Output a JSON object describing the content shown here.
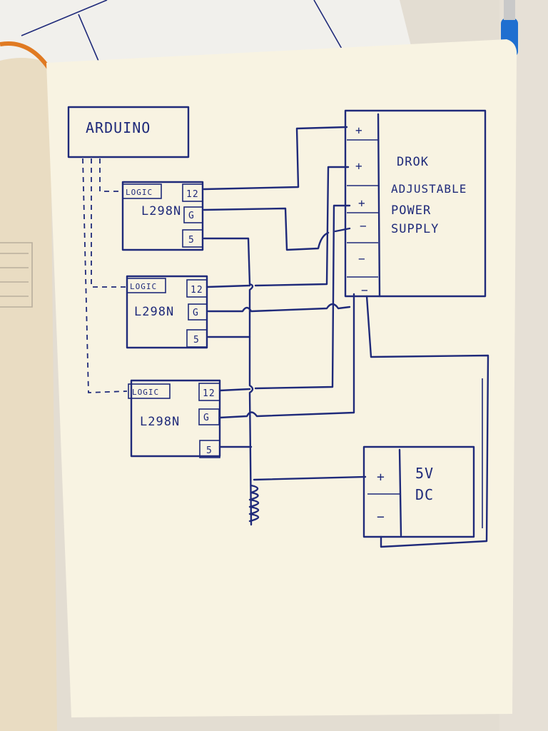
{
  "diagram": {
    "arduino": "ARDUINO",
    "drivers": [
      {
        "logic": "LOGIC",
        "name": "L298N",
        "pin12": "12",
        "pinG": "G",
        "pin5": "5"
      },
      {
        "logic": "LOGIC",
        "name": "L298N",
        "pin12": "12",
        "pinG": "G",
        "pin5": "5"
      },
      {
        "logic": "LOGIC",
        "name": "L298N",
        "pin12": "12",
        "pinG": "G",
        "pin5": "5"
      }
    ],
    "psu": {
      "line1": "DROK",
      "line2": "ADJUSTABLE",
      "line3": "POWER",
      "line4": "SUPPLY",
      "terminals": [
        "+",
        "+",
        "+",
        "−",
        "−",
        "−"
      ]
    },
    "dc": {
      "line1": "5V",
      "line2": "DC",
      "plus": "+",
      "minus": "−"
    }
  }
}
